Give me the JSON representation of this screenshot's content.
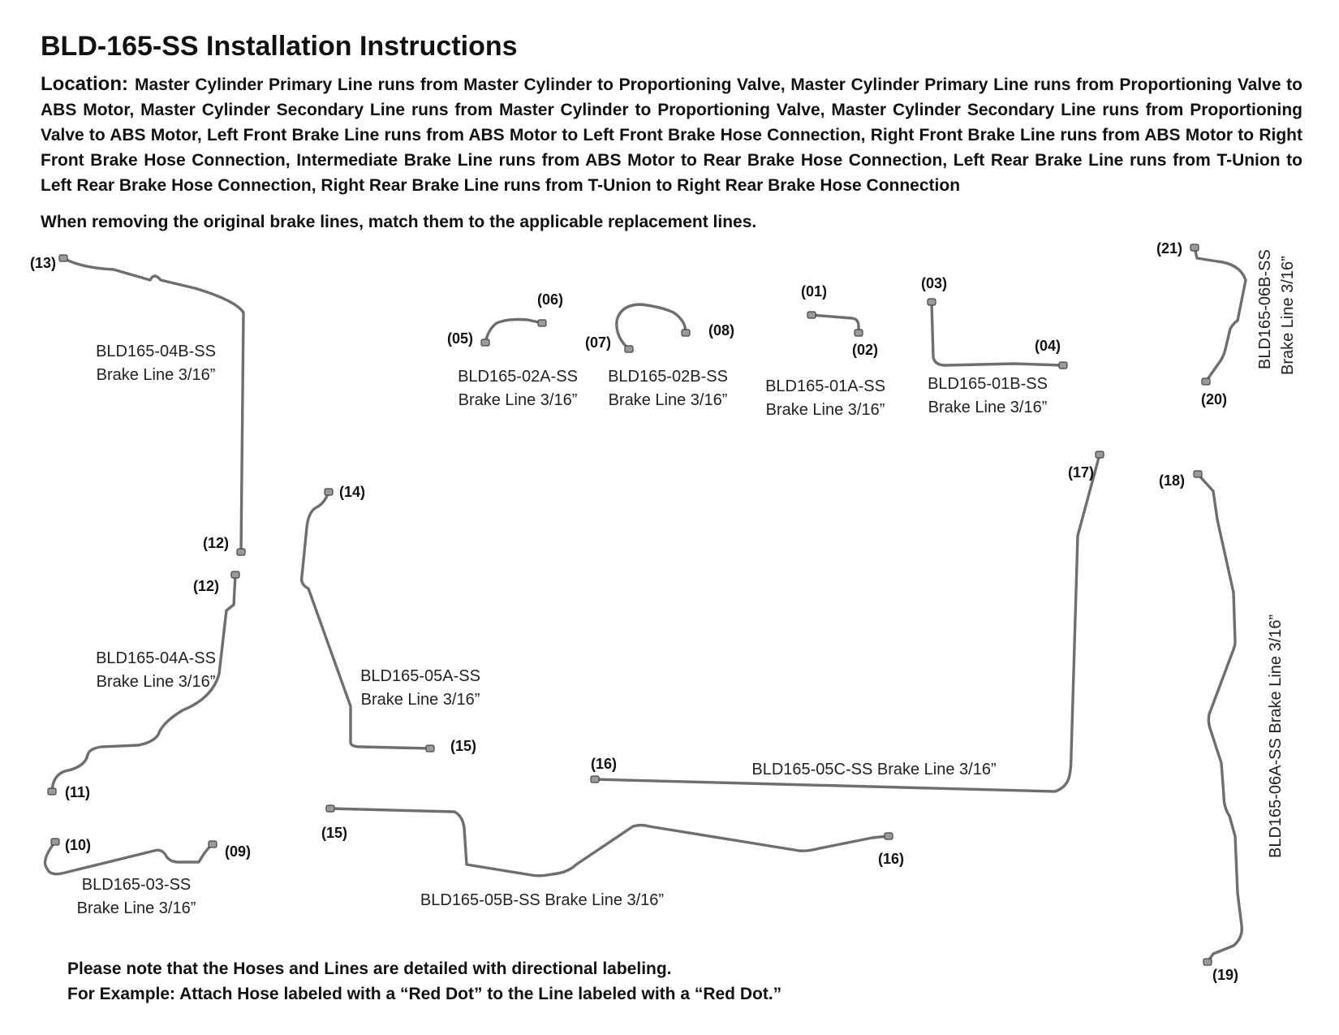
{
  "title": "BLD-165-SS Installation Instructions",
  "location_label": "Location:",
  "location_text": "Master Cylinder Primary Line runs from Master Cylinder to Proportioning Valve, Master Cylinder Primary Line runs from Proportioning Valve to ABS Motor, Master Cylinder Secondary Line runs from Master Cylinder to Proportioning Valve, Master Cylinder Secondary Line runs from Proportioning Valve to ABS Motor, Left Front Brake Line runs from ABS Motor to Left Front Brake Hose Connection, Right Front Brake Line runs from ABS Motor to Right Front Brake Hose Connection, Intermediate Brake Line runs from ABS Motor to Rear Brake Hose Connection, Left Rear Brake Line runs from T-Union to Left Rear Brake Hose Connection, Right Rear Brake Line runs from T-Union to Right Rear Brake Hose Connection",
  "note": "When removing the original brake lines, match them to the applicable replacement lines.",
  "footer": {
    "line1": "Please note that the Hoses and Lines are detailed with directional labeling.",
    "line2": "For Example: Attach Hose labeled with a “Red Dot” to the Line labeled with a “Red Dot.”"
  },
  "lines": {
    "l04b": {
      "part": "BLD165-04B-SS",
      "size": "Brake Line 3/16”",
      "end_a": "(13)",
      "end_b": "(12)"
    },
    "l04a": {
      "part": "BLD165-04A-SS",
      "size": "Brake Line 3/16”",
      "end_a": "(12)",
      "end_b": "(11)"
    },
    "l03": {
      "part": "BLD165-03-SS",
      "size": "Brake Line 3/16”",
      "end_a": "(10)",
      "end_b": "(09)"
    },
    "l05a": {
      "part": "BLD165-05A-SS",
      "size": "Brake Line 3/16”",
      "end_a": "(14)",
      "end_b": "(15)"
    },
    "l05b": {
      "label": "BLD165-05B-SS Brake Line 3/16”",
      "end_a": "(15)",
      "end_b": "(16)"
    },
    "l05c": {
      "label": "BLD165-05C-SS Brake Line 3/16”",
      "end_a": "(16)",
      "end_b": "(17)"
    },
    "l02a": {
      "part": "BLD165-02A-SS",
      "size": "Brake Line 3/16”",
      "end_a": "(05)",
      "end_b": "(06)"
    },
    "l02b": {
      "part": "BLD165-02B-SS",
      "size": "Brake Line 3/16”",
      "end_a": "(07)",
      "end_b": "(08)"
    },
    "l01a": {
      "part": "BLD165-01A-SS",
      "size": "Brake Line 3/16”",
      "end_a": "(01)",
      "end_b": "(02)"
    },
    "l01b": {
      "part": "BLD165-01B-SS",
      "size": "Brake Line 3/16”",
      "end_a": "(03)",
      "end_b": "(04)"
    },
    "l06b": {
      "part": "BLD165-06B-SS",
      "size": "Brake Line 3/16”",
      "end_a": "(21)",
      "end_b": "(20)"
    },
    "l06a": {
      "label": "BLD165-06A-SS Brake Line 3/16”",
      "end_a": "(18)",
      "end_b": "(19)"
    }
  }
}
